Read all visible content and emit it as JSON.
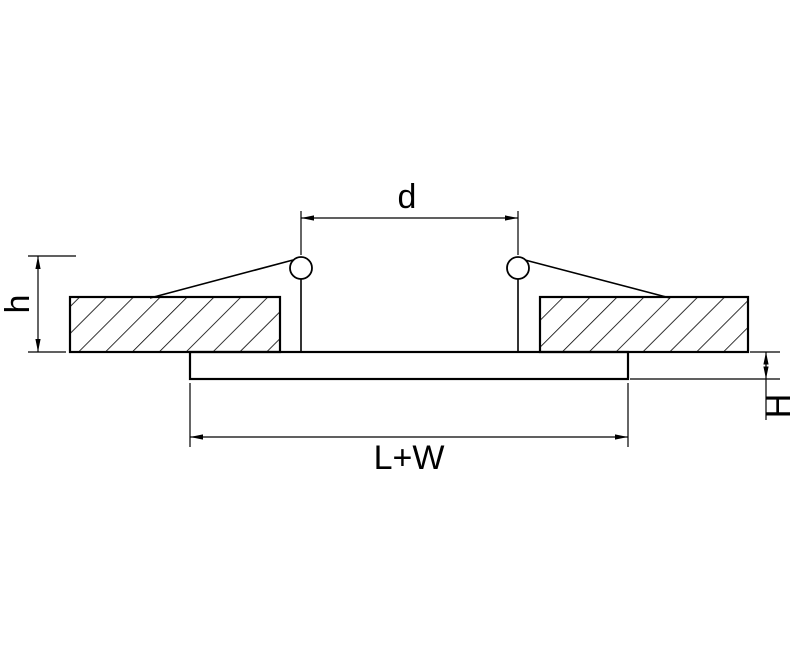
{
  "diagram": {
    "labels": {
      "top_diameter": "d",
      "left_height": "h",
      "right_height": "H",
      "bottom_width": "L+W"
    },
    "colors": {
      "line": "#000000",
      "background": "#ffffff"
    }
  }
}
